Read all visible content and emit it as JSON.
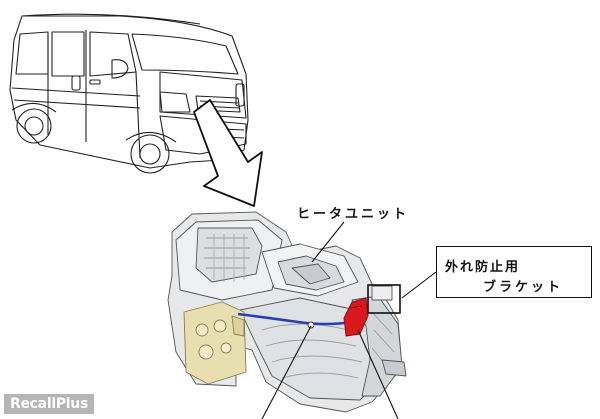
{
  "labels": {
    "heater_unit": "ヒータユニット",
    "bracket_line1": "外れ防止用",
    "bracket_line2": "ブラケット"
  },
  "watermark": "RecallPlus",
  "colors": {
    "bracket_part": "#d8181c",
    "cable": "#2a3fb0",
    "blower_panel": "#e8dfb0"
  }
}
